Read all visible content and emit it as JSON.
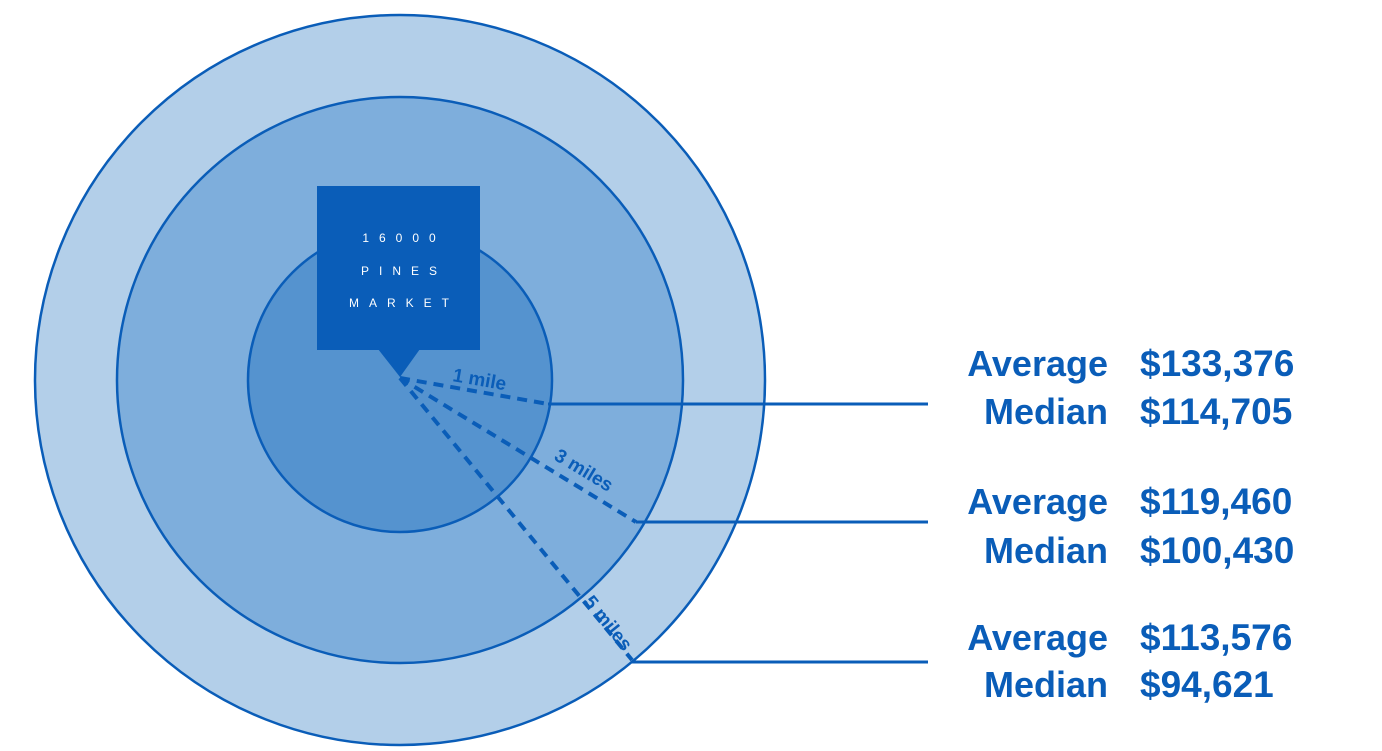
{
  "pin": {
    "line1": "16000",
    "line2": "PINES",
    "line3": "MARKET"
  },
  "rings": [
    {
      "label": "1 mile",
      "average_label": "Average",
      "average": "$133,376",
      "median_label": "Median",
      "median": "$114,705"
    },
    {
      "label": "3 miles",
      "average_label": "Average",
      "average": "$119,460",
      "median_label": "Median",
      "median": "$100,430"
    },
    {
      "label": "5 miles",
      "average_label": "Average",
      "average": "$113,576",
      "median_label": "Median",
      "median": "$94,621"
    }
  ],
  "colors": {
    "outer_ring": "#b3cfe9",
    "middle_ring": "#7eaedc",
    "inner_ring": "#5593cf",
    "stroke": "#0a5db8",
    "pin": "#0a5db8"
  }
}
